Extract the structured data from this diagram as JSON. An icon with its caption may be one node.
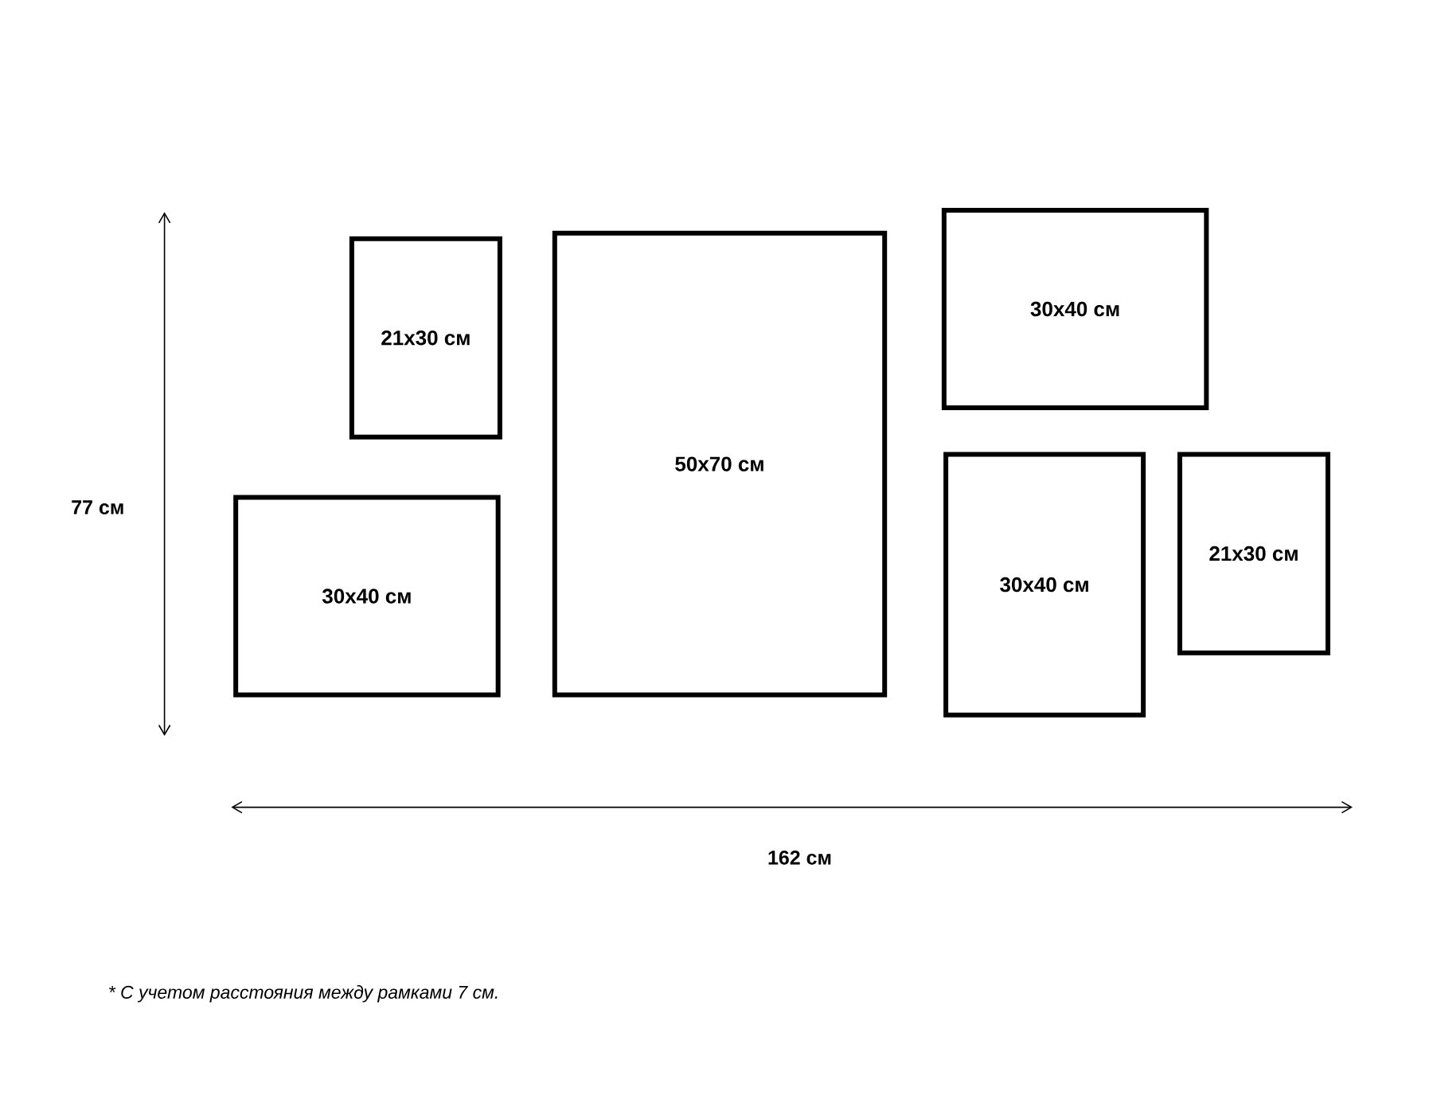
{
  "diagram": {
    "nodes": [
      {
        "text": [
          "21x30 см"
        ]
      },
      {
        "text": [
          "50x70 см"
        ]
      },
      {
        "text": [
          "30x40 см"
        ]
      },
      {
        "text": [
          "30x40 см"
        ]
      },
      {
        "text": [
          "30x40 см"
        ]
      },
      {
        "text": [
          "21x30 см"
        ]
      }
    ],
    "labels": [
      "77 см",
      "162 см",
      "* С учетом расстояния между рамками 7 см."
    ]
  }
}
